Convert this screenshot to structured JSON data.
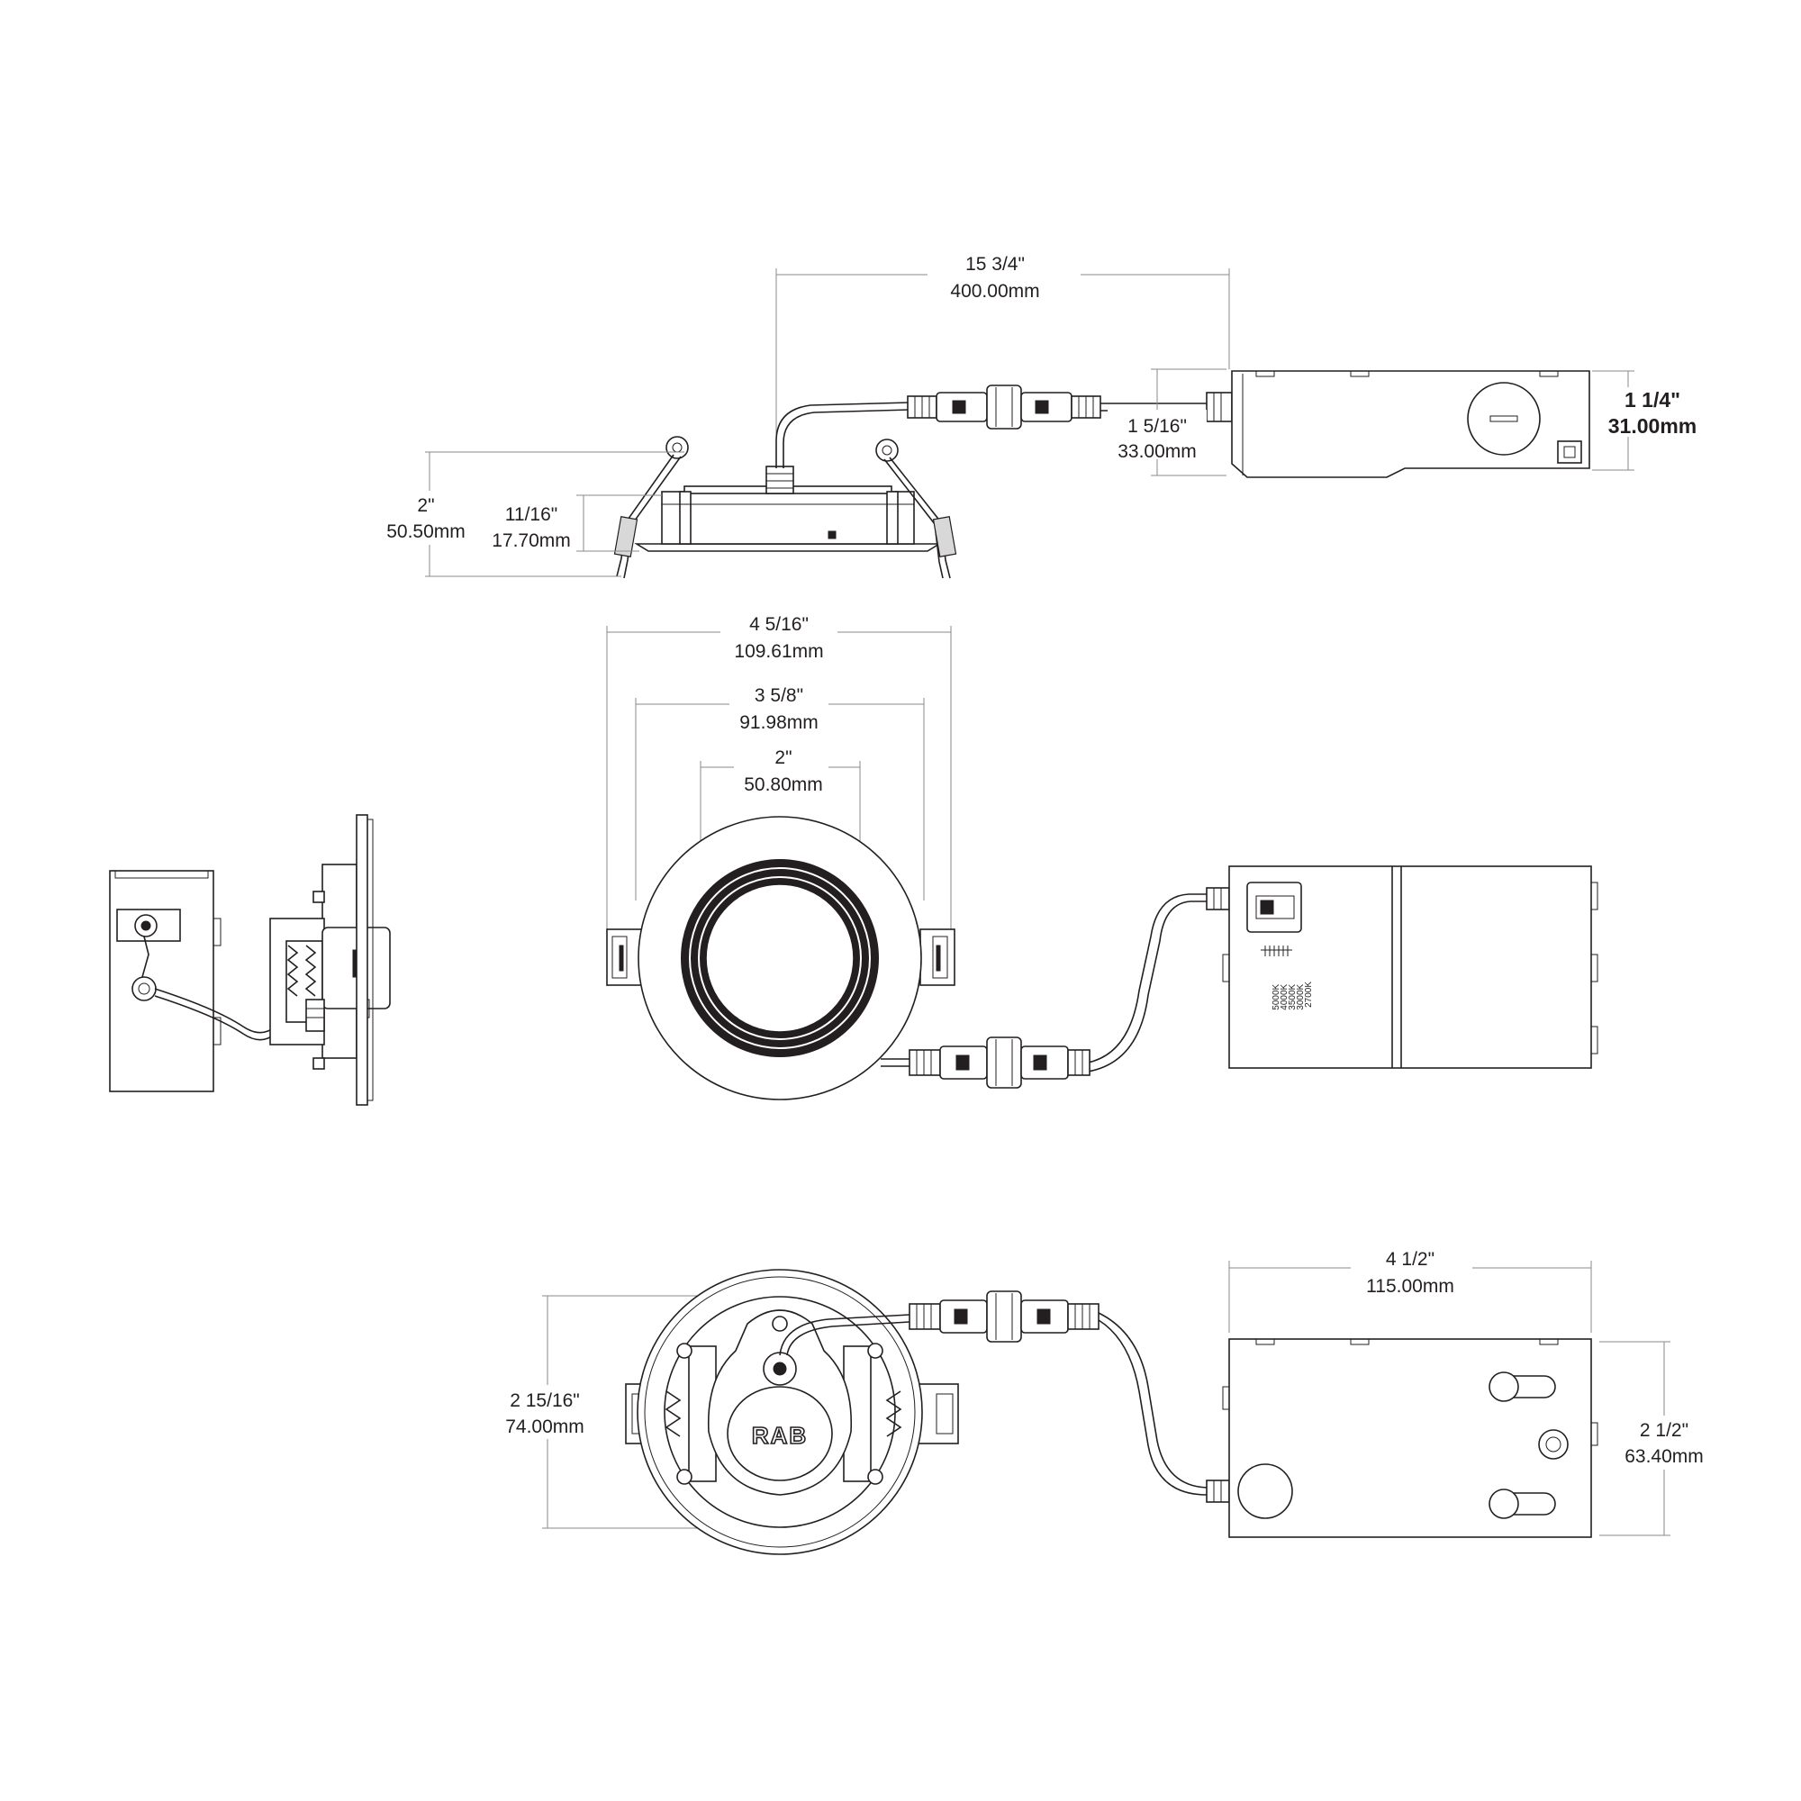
{
  "side_view": {
    "overall_length": {
      "inch": "15 3/4\"",
      "mm": "400.00mm"
    },
    "connector_length": {
      "inch": "1 5/16\"",
      "mm": "33.00mm"
    },
    "driver_height": {
      "inch": "1 1/4\"",
      "mm": "31.00mm"
    },
    "total_height": {
      "inch": "2\"",
      "mm": "50.50mm"
    },
    "trim_height": {
      "inch": "11/16\"",
      "mm": "17.70mm"
    }
  },
  "front_view": {
    "outer_diameter": {
      "inch": "4 5/16\"",
      "mm": "109.61mm"
    },
    "cutout_diameter": {
      "inch": "3 5/8\"",
      "mm": "91.98mm"
    },
    "aperture_diameter": {
      "inch": "2\"",
      "mm": "50.80mm"
    },
    "cct_options": [
      "5000K",
      "4000K",
      "3500K",
      "3000K",
      "2700K"
    ]
  },
  "back_view": {
    "housing_height": {
      "inch": "2 15/16\"",
      "mm": "74.00mm"
    },
    "brand_logo": "RAB",
    "driver_length": {
      "inch": "4 1/2\"",
      "mm": "115.00mm"
    },
    "driver_width": {
      "inch": "2 1/2\"",
      "mm": "63.40mm"
    }
  }
}
